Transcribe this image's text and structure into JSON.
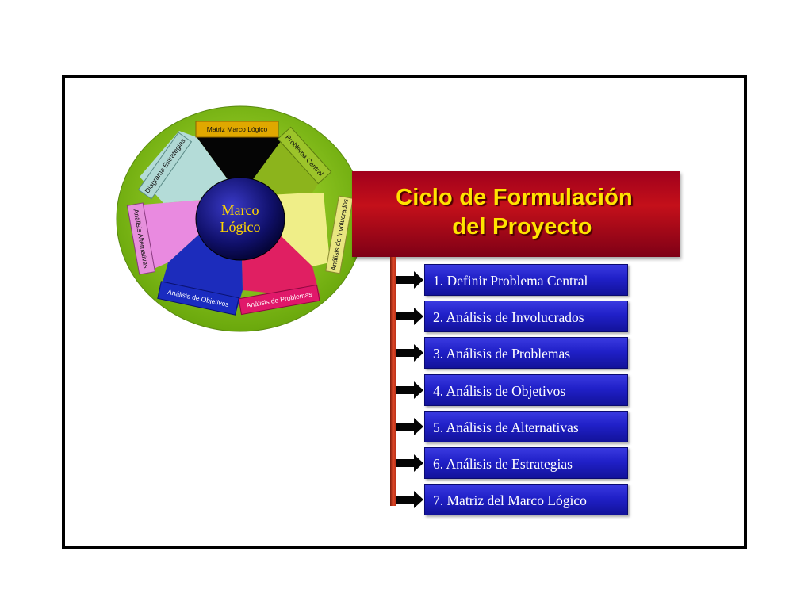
{
  "wheel": {
    "center": {
      "line1": "Marco",
      "line2": "Lógico"
    },
    "segments": [
      {
        "label": "Matriz Marco Lógico",
        "color": "#d4a000"
      },
      {
        "label": "Problema Central",
        "color": "#7fa81a"
      },
      {
        "label": "Análisis de Involucrados",
        "color": "#e8e66e"
      },
      {
        "label": "Análisis de Problemas",
        "color": "#e0206a"
      },
      {
        "label": "Análisis de Objetivos",
        "color": "#2030c0"
      },
      {
        "label": "Análisis  Alternativas",
        "color": "#e070d0"
      },
      {
        "label": "Diagrama Estrategias",
        "color": "#a8d4d0"
      }
    ],
    "ring_color": "#8dcc1c"
  },
  "title": {
    "line1": "Ciclo de Formulación",
    "line2": "del Proyecto"
  },
  "steps": [
    {
      "label": "1. Definir Problema Central"
    },
    {
      "label": "2. Análisis de Involucrados"
    },
    {
      "label": "3. Análisis de Problemas"
    },
    {
      "label": "4. Análisis de Objetivos"
    },
    {
      "label": "5. Análisis de Alternativas"
    },
    {
      "label": "6. Análisis de Estrategias"
    },
    {
      "label": "7. Matriz del Marco Lógico"
    }
  ]
}
